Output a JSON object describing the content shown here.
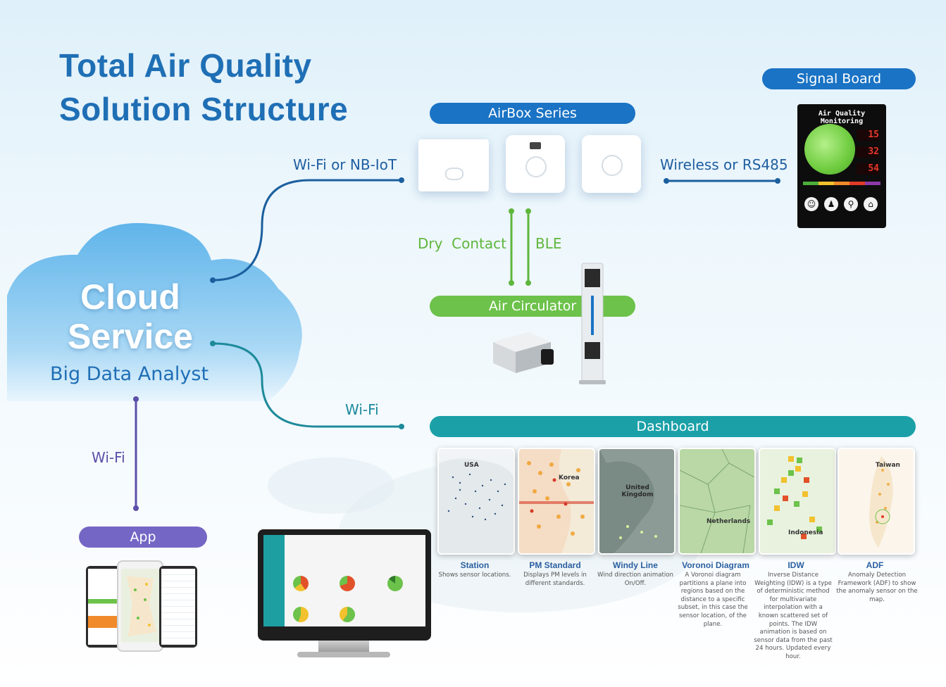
{
  "title": {
    "line1": "Total Air Quality",
    "line2": "Solution Structure"
  },
  "cloud": {
    "line1": "Cloud",
    "line2": "Service",
    "subtitle": "Big Data Analyst"
  },
  "pills": {
    "airbox": "AirBox Series",
    "signal_board": "Signal Board",
    "air_circulator": "Air Circulator",
    "dashboard": "Dashboard",
    "app": "App"
  },
  "connections": {
    "cloud_airbox": "Wi-Fi or NB-IoT",
    "airbox_board": "Wireless or RS485",
    "dry_contact": "Dry  Contact",
    "ble": "BLE",
    "cloud_dashboard": "Wi-Fi",
    "cloud_app": "Wi-Fi"
  },
  "signal_board": {
    "title": "Air Quality Monitoring",
    "values": [
      "15",
      "32",
      "54"
    ]
  },
  "dashboard_items": [
    {
      "map_label": "USA",
      "title": "Station",
      "desc": "Shows sensor locations."
    },
    {
      "map_label": "Korea",
      "title": "PM Standard",
      "desc": "Displays PM levels in different standards."
    },
    {
      "map_label": "United Kingdom",
      "title": "Windy Line",
      "desc": "Wind direction animation On/Off."
    },
    {
      "map_label": "Netherlands",
      "title": "Voronoi Diagram",
      "desc": "A Voronoi diagram partitions a plane into regions based on the distance to a specific subset, in this case the sensor location, of the plane."
    },
    {
      "map_label": "Indonesia",
      "title": "IDW",
      "desc": "Inverse Distance Weighting (IDW) is a type of deterministic method for multivariate interpolation with a known scattered set of points. The IDW animation is based on sensor data from the past 24 hours. Updated every hour."
    },
    {
      "map_label": "Taiwan",
      "title": "ADF",
      "desc": "Anomaly Detection Framework (ADF) to show the anomaly sensor on the map."
    }
  ],
  "colors": {
    "blue": "#1a73c4",
    "green": "#6cc24a",
    "teal": "#1ba0a8",
    "purple": "#7466c4",
    "title": "#1f6fb5"
  }
}
